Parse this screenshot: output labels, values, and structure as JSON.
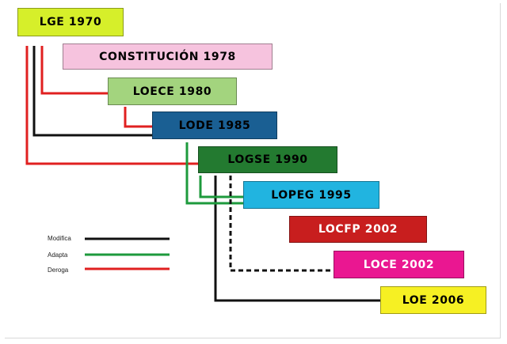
{
  "nodes": [
    {
      "id": "lge",
      "label": "LGE 1970",
      "fill": "#d6ef2a",
      "text_color": "#000000"
    },
    {
      "id": "const",
      "label": "CONSTITUCIÓN 1978",
      "fill": "#f6c3de",
      "text_color": "#000000"
    },
    {
      "id": "loece",
      "label": "LOECE 1980",
      "fill": "#a3d47e",
      "text_color": "#000000"
    },
    {
      "id": "lode",
      "label": "LODE 1985",
      "fill": "#1a5f93",
      "text_color": "#000000"
    },
    {
      "id": "logse",
      "label": "LOGSE 1990",
      "fill": "#237a30",
      "text_color": "#000000"
    },
    {
      "id": "lopeg",
      "label": "LOPEG 1995",
      "fill": "#21b4e0",
      "text_color": "#000000"
    },
    {
      "id": "locfp",
      "label": "LOCFP 2002",
      "fill": "#c81e1e",
      "text_color": "#ffffff"
    },
    {
      "id": "loce",
      "label": "LOCE 2002",
      "fill": "#ea1791",
      "text_color": "#ffffff"
    },
    {
      "id": "loe",
      "label": "LOE 2006",
      "fill": "#f6f023",
      "text_color": "#000000"
    }
  ],
  "legend": [
    {
      "label": "Modifica",
      "color": "#111111"
    },
    {
      "label": "Adapta",
      "color": "#1d9a3c"
    },
    {
      "label": "Deroga",
      "color": "#e02020"
    }
  ],
  "colors": {
    "modifica": "#111111",
    "adapta": "#1d9a3c",
    "deroga": "#e02020",
    "dashed": "#111111"
  }
}
